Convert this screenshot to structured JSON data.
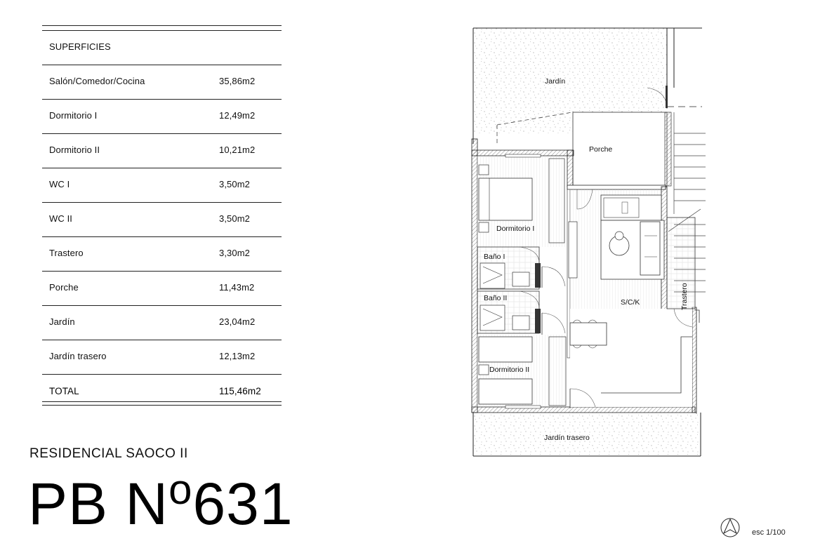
{
  "areas": {
    "header": "SUPERFICIES",
    "rows": [
      {
        "label": "Salón/Comedor/Cocina",
        "value": "35,86m2"
      },
      {
        "label": "Dormitorio I",
        "value": "12,49m2"
      },
      {
        "label": "Dormitorio II",
        "value": "10,21m2"
      },
      {
        "label": "WC I",
        "value": "3,50m2"
      },
      {
        "label": "WC II",
        "value": "3,50m2"
      },
      {
        "label": "Trastero",
        "value": "3,30m2"
      },
      {
        "label": "Porche",
        "value": "11,43m2"
      },
      {
        "label": "Jardín",
        "value": "23,04m2"
      },
      {
        "label": "Jardín trasero",
        "value": "12,13m2"
      }
    ],
    "total_label": "TOTAL",
    "total_value": "115,46m2"
  },
  "project": {
    "name": "RESIDENCIAL SAOCO  II",
    "unit_prefix": "PB N",
    "unit_ordinal": "o",
    "unit_number": "631"
  },
  "plan_labels": {
    "jardin": "Jardín",
    "porche": "Porche",
    "dormitorio1": "Dormitorio I",
    "bano1": "Baño I",
    "bano2": "Baño II",
    "dormitorio2": "Dormitorio II",
    "sck": "S/C/K",
    "trastero": "Trastero",
    "jardin_trasero": "Jardín trasero"
  },
  "scale": "esc 1/100",
  "icons": {
    "north": "north-arrow-icon"
  }
}
